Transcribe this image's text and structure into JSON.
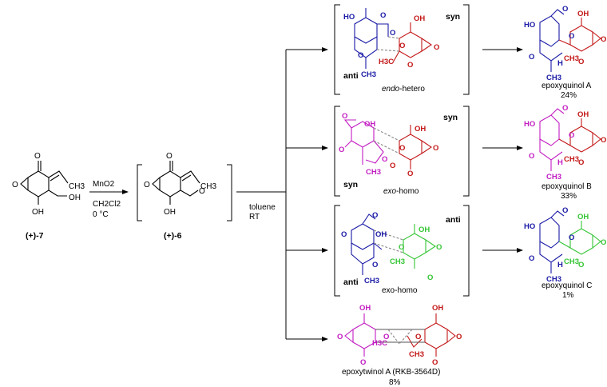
{
  "colors": {
    "blue": "#1a1aa6",
    "red": "#c41818",
    "magenta": "#c21cc2",
    "green": "#35c535",
    "black": "#000000"
  },
  "start": {
    "compound_label": "(+)-7",
    "atom_O_top": "O",
    "atom_CH3": "CH3",
    "atom_OH_side": "OH",
    "atom_OH_bottom": "OH",
    "atom_O_epoxide": "O"
  },
  "step1": {
    "reagent_line1": "MnO2",
    "reagent_line2": "CH2Cl2",
    "reagent_line3": "0 °C"
  },
  "intermediate": {
    "compound_label": "(+)-6",
    "atom_O_top": "O",
    "atom_CH3": "CH3",
    "atom_O_aldehyde": "O",
    "atom_OH_bottom": "OH",
    "atom_O_epoxide": "O"
  },
  "step2": {
    "reagent_line1": "toluene",
    "reagent_line2": "RT"
  },
  "ts_rows": [
    {
      "left_label": "anti",
      "right_label": "syn",
      "caption_italic": "endo",
      "caption_rest": "-hetero",
      "atoms": [
        "HO",
        "O",
        "O",
        "OH",
        "O",
        "O",
        "O",
        "H3C",
        "CH3",
        "O"
      ]
    },
    {
      "left_label": "syn",
      "right_label": "syn",
      "caption_italic": "exo",
      "caption_rest": "-homo",
      "atoms": [
        "OH",
        "O",
        "O",
        "O",
        "OH",
        "O",
        "O",
        "CH3",
        "O",
        "O"
      ]
    },
    {
      "left_label": "anti",
      "right_label": "anti",
      "caption_italic": "",
      "caption_rest": "exo-homo",
      "atoms": [
        "O",
        "OH",
        "O",
        "O",
        "OH",
        "O",
        "CH3",
        "CH3",
        "O",
        "O"
      ]
    }
  ],
  "products": [
    {
      "name": "epoxyquinol A",
      "yield": "24%",
      "atoms": [
        "HO",
        "OH",
        "O",
        "O",
        "O",
        "O",
        "H",
        "CH3",
        "CH3",
        "O"
      ]
    },
    {
      "name": "epoxyquinol B",
      "yield": "33%",
      "atoms": [
        "HO",
        "OH",
        "O",
        "O",
        "O",
        "O",
        "H",
        "CH3",
        "CH3",
        "O"
      ]
    },
    {
      "name": "epoxyquinol C",
      "yield": "1%",
      "atoms": [
        "HO",
        "OH",
        "O",
        "O",
        "O",
        "O",
        "H",
        "CH3",
        "CH3",
        "O"
      ]
    }
  ],
  "epoxytwinol": {
    "name": "epoxytwinol A (RKB-3564D)",
    "yield": "8%",
    "atoms": [
      "OH",
      "O",
      "O",
      "H3C",
      "O",
      "OH",
      "O",
      "O",
      "CH3",
      "O"
    ]
  }
}
